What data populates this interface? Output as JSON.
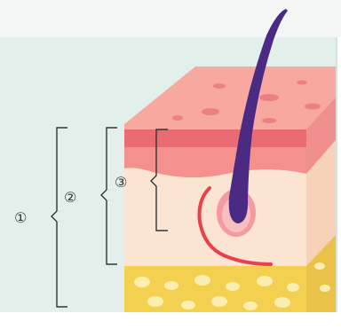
{
  "figure": {
    "labels": [
      "①",
      "②",
      "③"
    ],
    "colors": {
      "panel_bg": "#e2efea",
      "skin_top": "#f7a9a0",
      "epidermis_red": "#ea6b73",
      "dermis": "#fbe4d1",
      "fat_layer": "#f3d04f",
      "hair": "#4b2a84",
      "nerve_vessel": "#e8414c",
      "bracket": "#333333"
    }
  }
}
